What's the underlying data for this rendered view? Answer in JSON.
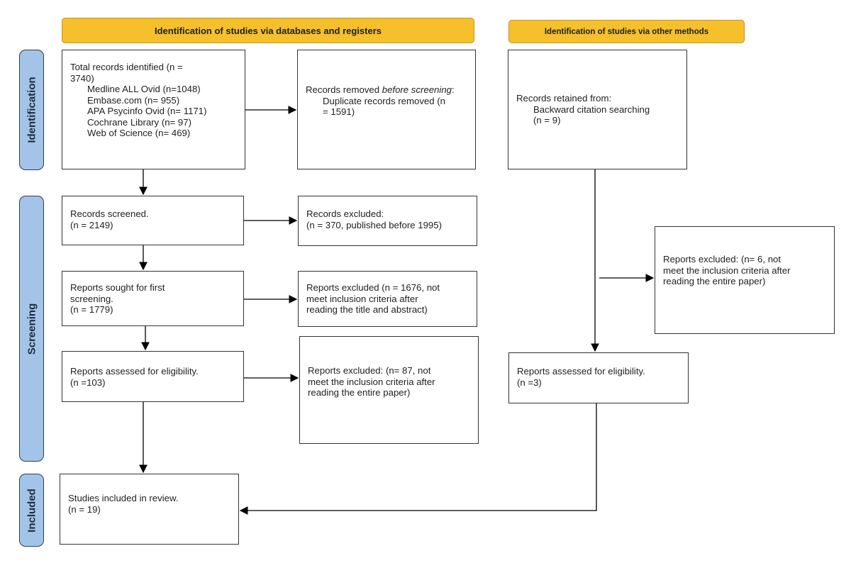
{
  "headers": {
    "databases": "Identification of studies via databases and registers",
    "other": "Identification of studies via other methods"
  },
  "stages": {
    "identification": "Identification",
    "screening": "Screening",
    "included": "Included"
  },
  "boxes": {
    "total": {
      "line1": "Total records identified (n =",
      "line2": "3740)",
      "sources": [
        "Medline ALL Ovid (n=1048)",
        "Embase.com (n= 955)",
        "APA Psycinfo Ovid (n= 1171)",
        "Cochrane Library (n= 97)",
        "Web of Science (n= 469)"
      ]
    },
    "removed": {
      "prefix": "Records removed ",
      "italic": "before screening",
      "suffix": ":",
      "detail1": "Duplicate records removed (n",
      "detail2": "= 1591)"
    },
    "retained": {
      "line1": "Records retained from:",
      "line2": "Backward citation searching",
      "line3": "(n = 9)"
    },
    "screened": {
      "line1": "Records screened.",
      "line2": "(n = 2149)"
    },
    "excluded1": {
      "line1": "Records excluded:",
      "line2": "(n = 370, published before 1995)"
    },
    "sought": {
      "line1": "Reports sought for first",
      "line2": "screening.",
      "line3": "(n = 1779)"
    },
    "excluded2": {
      "line1": "Reports excluded (n = 1676, not",
      "line2": "meet inclusion criteria after",
      "line3": "reading the title and abstract)"
    },
    "assessed": {
      "line1": "Reports assessed for eligibility.",
      "line2": "(n =103)"
    },
    "excluded3": {
      "line1": "Reports excluded: (n= 87, not",
      "line2": "meet the inclusion criteria after",
      "line3": "reading the entire paper)"
    },
    "excluded_other": {
      "line1": "Reports excluded: (n= 6, not",
      "line2": "meet the inclusion criteria after",
      "line3": "reading the entire paper)"
    },
    "assessed_other": {
      "line1": "Reports assessed for eligibility.",
      "line2": "(n =3)"
    },
    "included": {
      "line1": "Studies included in review.",
      "line2": "(n = 19)"
    }
  },
  "colors": {
    "header_fill": "#f5c02b",
    "stage_fill": "#a3c4e8",
    "line": "#000000"
  }
}
